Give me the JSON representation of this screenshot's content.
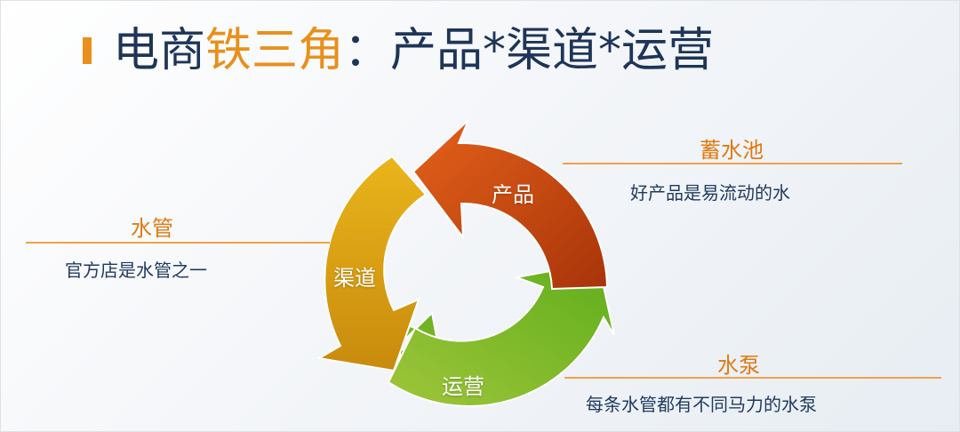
{
  "title": {
    "part1": "电商",
    "part2": "铁三角",
    "part3": "：产品*渠道*运营"
  },
  "cycle": {
    "product": "产品",
    "channel": "渠道",
    "operation": "运营"
  },
  "right_top": {
    "heading": "蓄水池",
    "desc": "好产品是易流动的水"
  },
  "left": {
    "heading": "水管",
    "desc": "官方店是水管之一"
  },
  "right_bottom": {
    "heading": "水泵",
    "desc": "每条水管都有不同马力的水泵"
  },
  "colors": {
    "accent": "#e8901c",
    "title_dark": "#1d3557",
    "product_segment": "#c9480f",
    "channel_segment": "#d9a20e",
    "operation_segment": "#7cb518"
  }
}
